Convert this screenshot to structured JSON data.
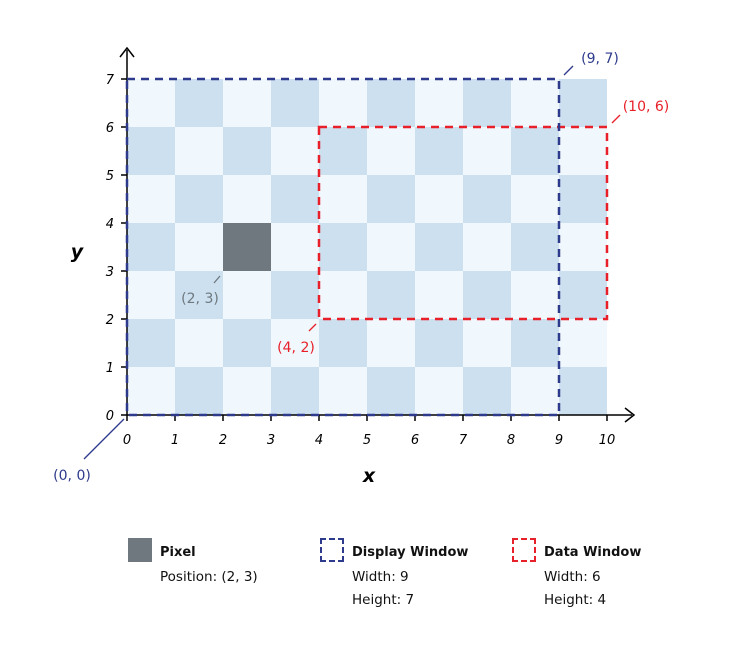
{
  "chart_data": {
    "type": "diagram",
    "title": "",
    "xlabel": "x",
    "ylabel": "y",
    "x_ticks": [
      "0",
      "1",
      "2",
      "3",
      "4",
      "5",
      "6",
      "7",
      "8",
      "9",
      "10"
    ],
    "y_ticks": [
      "0",
      "1",
      "2",
      "3",
      "4",
      "5",
      "6",
      "7"
    ],
    "xlim": [
      0,
      10
    ],
    "ylim": [
      0,
      7
    ],
    "grid": {
      "columns": 10,
      "rows": 7,
      "pattern": "checkerboard",
      "light_color": "#f0f7fd",
      "dark_color": "#cce0f0"
    },
    "pixel": {
      "x": 2,
      "y": 3,
      "color": "#6e787e",
      "label": "(2, 3)"
    },
    "display_window": {
      "x0": 0,
      "y0": 0,
      "x1": 9,
      "y1": 7,
      "color": "#2e3a8c",
      "label_min": "(0, 0)",
      "label_max": "(9, 7)"
    },
    "data_window": {
      "x0": 4,
      "y0": 2,
      "x1": 10,
      "y1": 6,
      "color": "#e8202a",
      "label_min": "(4, 2)",
      "label_max": "(10, 6)"
    }
  },
  "legend": {
    "pixel": {
      "title": "Pixel",
      "line1": "Position: (2, 3)"
    },
    "display_window": {
      "title": "Display Window",
      "line1": "Width: 9",
      "line2": "Height: 7"
    },
    "data_window": {
      "title": "Data Window",
      "line1": "Width: 6",
      "line2": "Height: 4"
    }
  }
}
